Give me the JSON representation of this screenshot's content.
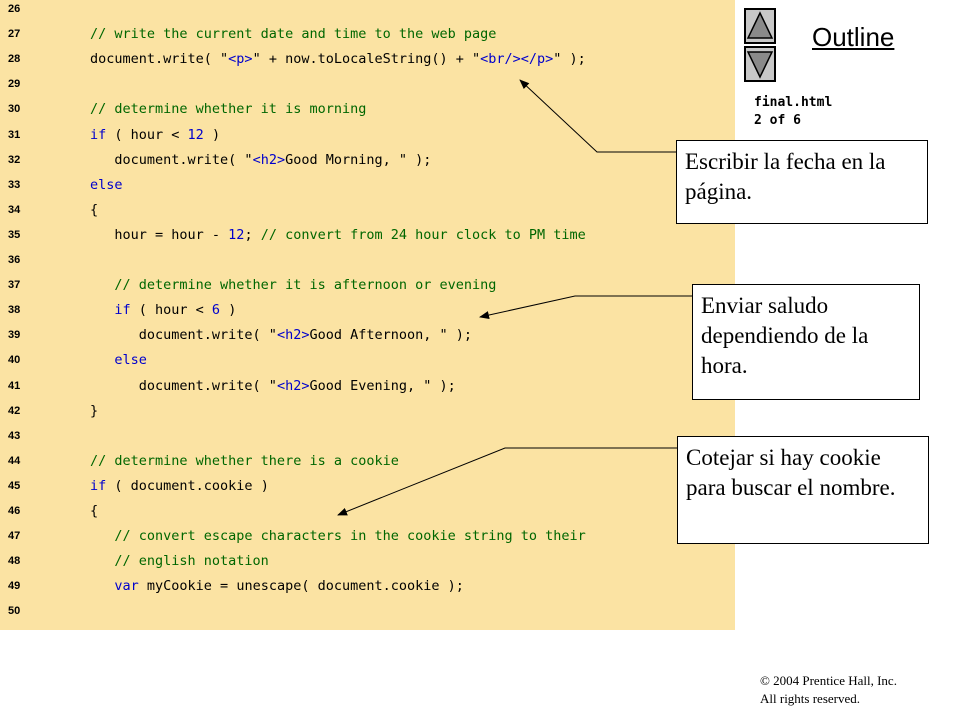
{
  "code_lines": [
    {
      "no": "26",
      "segments": []
    },
    {
      "no": "27",
      "segments": [
        {
          "t": "      // write the current date and time to the web page",
          "c": "cm"
        }
      ]
    },
    {
      "no": "28",
      "segments": [
        {
          "t": "      document.write( \"",
          "c": "st"
        },
        {
          "t": "<p>",
          "c": "kw"
        },
        {
          "t": "\" + now.toLocaleString() + \"",
          "c": "st"
        },
        {
          "t": "<br/></p>",
          "c": "kw"
        },
        {
          "t": "\" );",
          "c": "st"
        }
      ]
    },
    {
      "no": "29",
      "segments": []
    },
    {
      "no": "30",
      "segments": [
        {
          "t": "      // determine whether it is morning",
          "c": "cm"
        }
      ]
    },
    {
      "no": "31",
      "segments": [
        {
          "t": "      if",
          "c": "kw"
        },
        {
          "t": " ( hour < ",
          "c": "st"
        },
        {
          "t": "12",
          "c": "num"
        },
        {
          "t": " )",
          "c": "st"
        }
      ]
    },
    {
      "no": "32",
      "segments": [
        {
          "t": "         document.write( \"",
          "c": "st"
        },
        {
          "t": "<h2>",
          "c": "kw"
        },
        {
          "t": "Good Morning, \" );",
          "c": "st"
        }
      ]
    },
    {
      "no": "33",
      "segments": [
        {
          "t": "      else",
          "c": "kw"
        }
      ]
    },
    {
      "no": "34",
      "segments": [
        {
          "t": "      {",
          "c": "st"
        }
      ]
    },
    {
      "no": "35",
      "segments": [
        {
          "t": "         hour = hour - ",
          "c": "st"
        },
        {
          "t": "12",
          "c": "num"
        },
        {
          "t": "; ",
          "c": "st"
        },
        {
          "t": "// convert from 24 hour clock to PM time",
          "c": "cm"
        }
      ]
    },
    {
      "no": "36",
      "segments": []
    },
    {
      "no": "37",
      "segments": [
        {
          "t": "         // determine whether it is afternoon or evening",
          "c": "cm"
        }
      ]
    },
    {
      "no": "38",
      "segments": [
        {
          "t": "         if",
          "c": "kw"
        },
        {
          "t": " ( hour < ",
          "c": "st"
        },
        {
          "t": "6",
          "c": "num"
        },
        {
          "t": " )",
          "c": "st"
        }
      ]
    },
    {
      "no": "39",
      "segments": [
        {
          "t": "            document.write( \"",
          "c": "st"
        },
        {
          "t": "<h2>",
          "c": "kw"
        },
        {
          "t": "Good Afternoon, \" );",
          "c": "st"
        }
      ]
    },
    {
      "no": "40",
      "segments": [
        {
          "t": "         else",
          "c": "kw"
        }
      ]
    },
    {
      "no": "41",
      "segments": [
        {
          "t": "            document.write( \"",
          "c": "st"
        },
        {
          "t": "<h2>",
          "c": "kw"
        },
        {
          "t": "Good Evening, \" );",
          "c": "st"
        }
      ]
    },
    {
      "no": "42",
      "segments": [
        {
          "t": "      }",
          "c": "st"
        }
      ]
    },
    {
      "no": "43",
      "segments": []
    },
    {
      "no": "44",
      "segments": [
        {
          "t": "      // determine whether there is a cookie",
          "c": "cm"
        }
      ]
    },
    {
      "no": "45",
      "segments": [
        {
          "t": "      if",
          "c": "kw"
        },
        {
          "t": " ( document.cookie )",
          "c": "st"
        }
      ]
    },
    {
      "no": "46",
      "segments": [
        {
          "t": "      {",
          "c": "st"
        }
      ]
    },
    {
      "no": "47",
      "segments": [
        {
          "t": "         // convert escape characters in the cookie string to their",
          "c": "cm"
        }
      ]
    },
    {
      "no": "48",
      "segments": [
        {
          "t": "         // english notation",
          "c": "cm"
        }
      ]
    },
    {
      "no": "49",
      "segments": [
        {
          "t": "         var",
          "c": "kw"
        },
        {
          "t": " myCookie = unescape( document.cookie );",
          "c": "st"
        }
      ]
    },
    {
      "no": "50",
      "segments": []
    }
  ],
  "sidebar": {
    "outline_label": "Outline",
    "file_name": "final.html",
    "page_info": "2 of 6",
    "prev_icon": "triangle-up-icon",
    "next_icon": "triangle-down-icon"
  },
  "callouts": [
    {
      "id": "date",
      "text": "Escribir la fecha en la página."
    },
    {
      "id": "greeting",
      "text": "Enviar saludo dependiendo de la hora."
    },
    {
      "id": "cookie",
      "text": "Cotejar si hay cookie para buscar el nombre."
    }
  ],
  "footer": {
    "copyright": "© 2004 Prentice Hall, Inc.",
    "rights": "All rights reserved."
  },
  "colors": {
    "code_background": "#fbe3a3",
    "keyword": "#0000cc",
    "comment": "#006600",
    "button": "#c8c8c8"
  }
}
